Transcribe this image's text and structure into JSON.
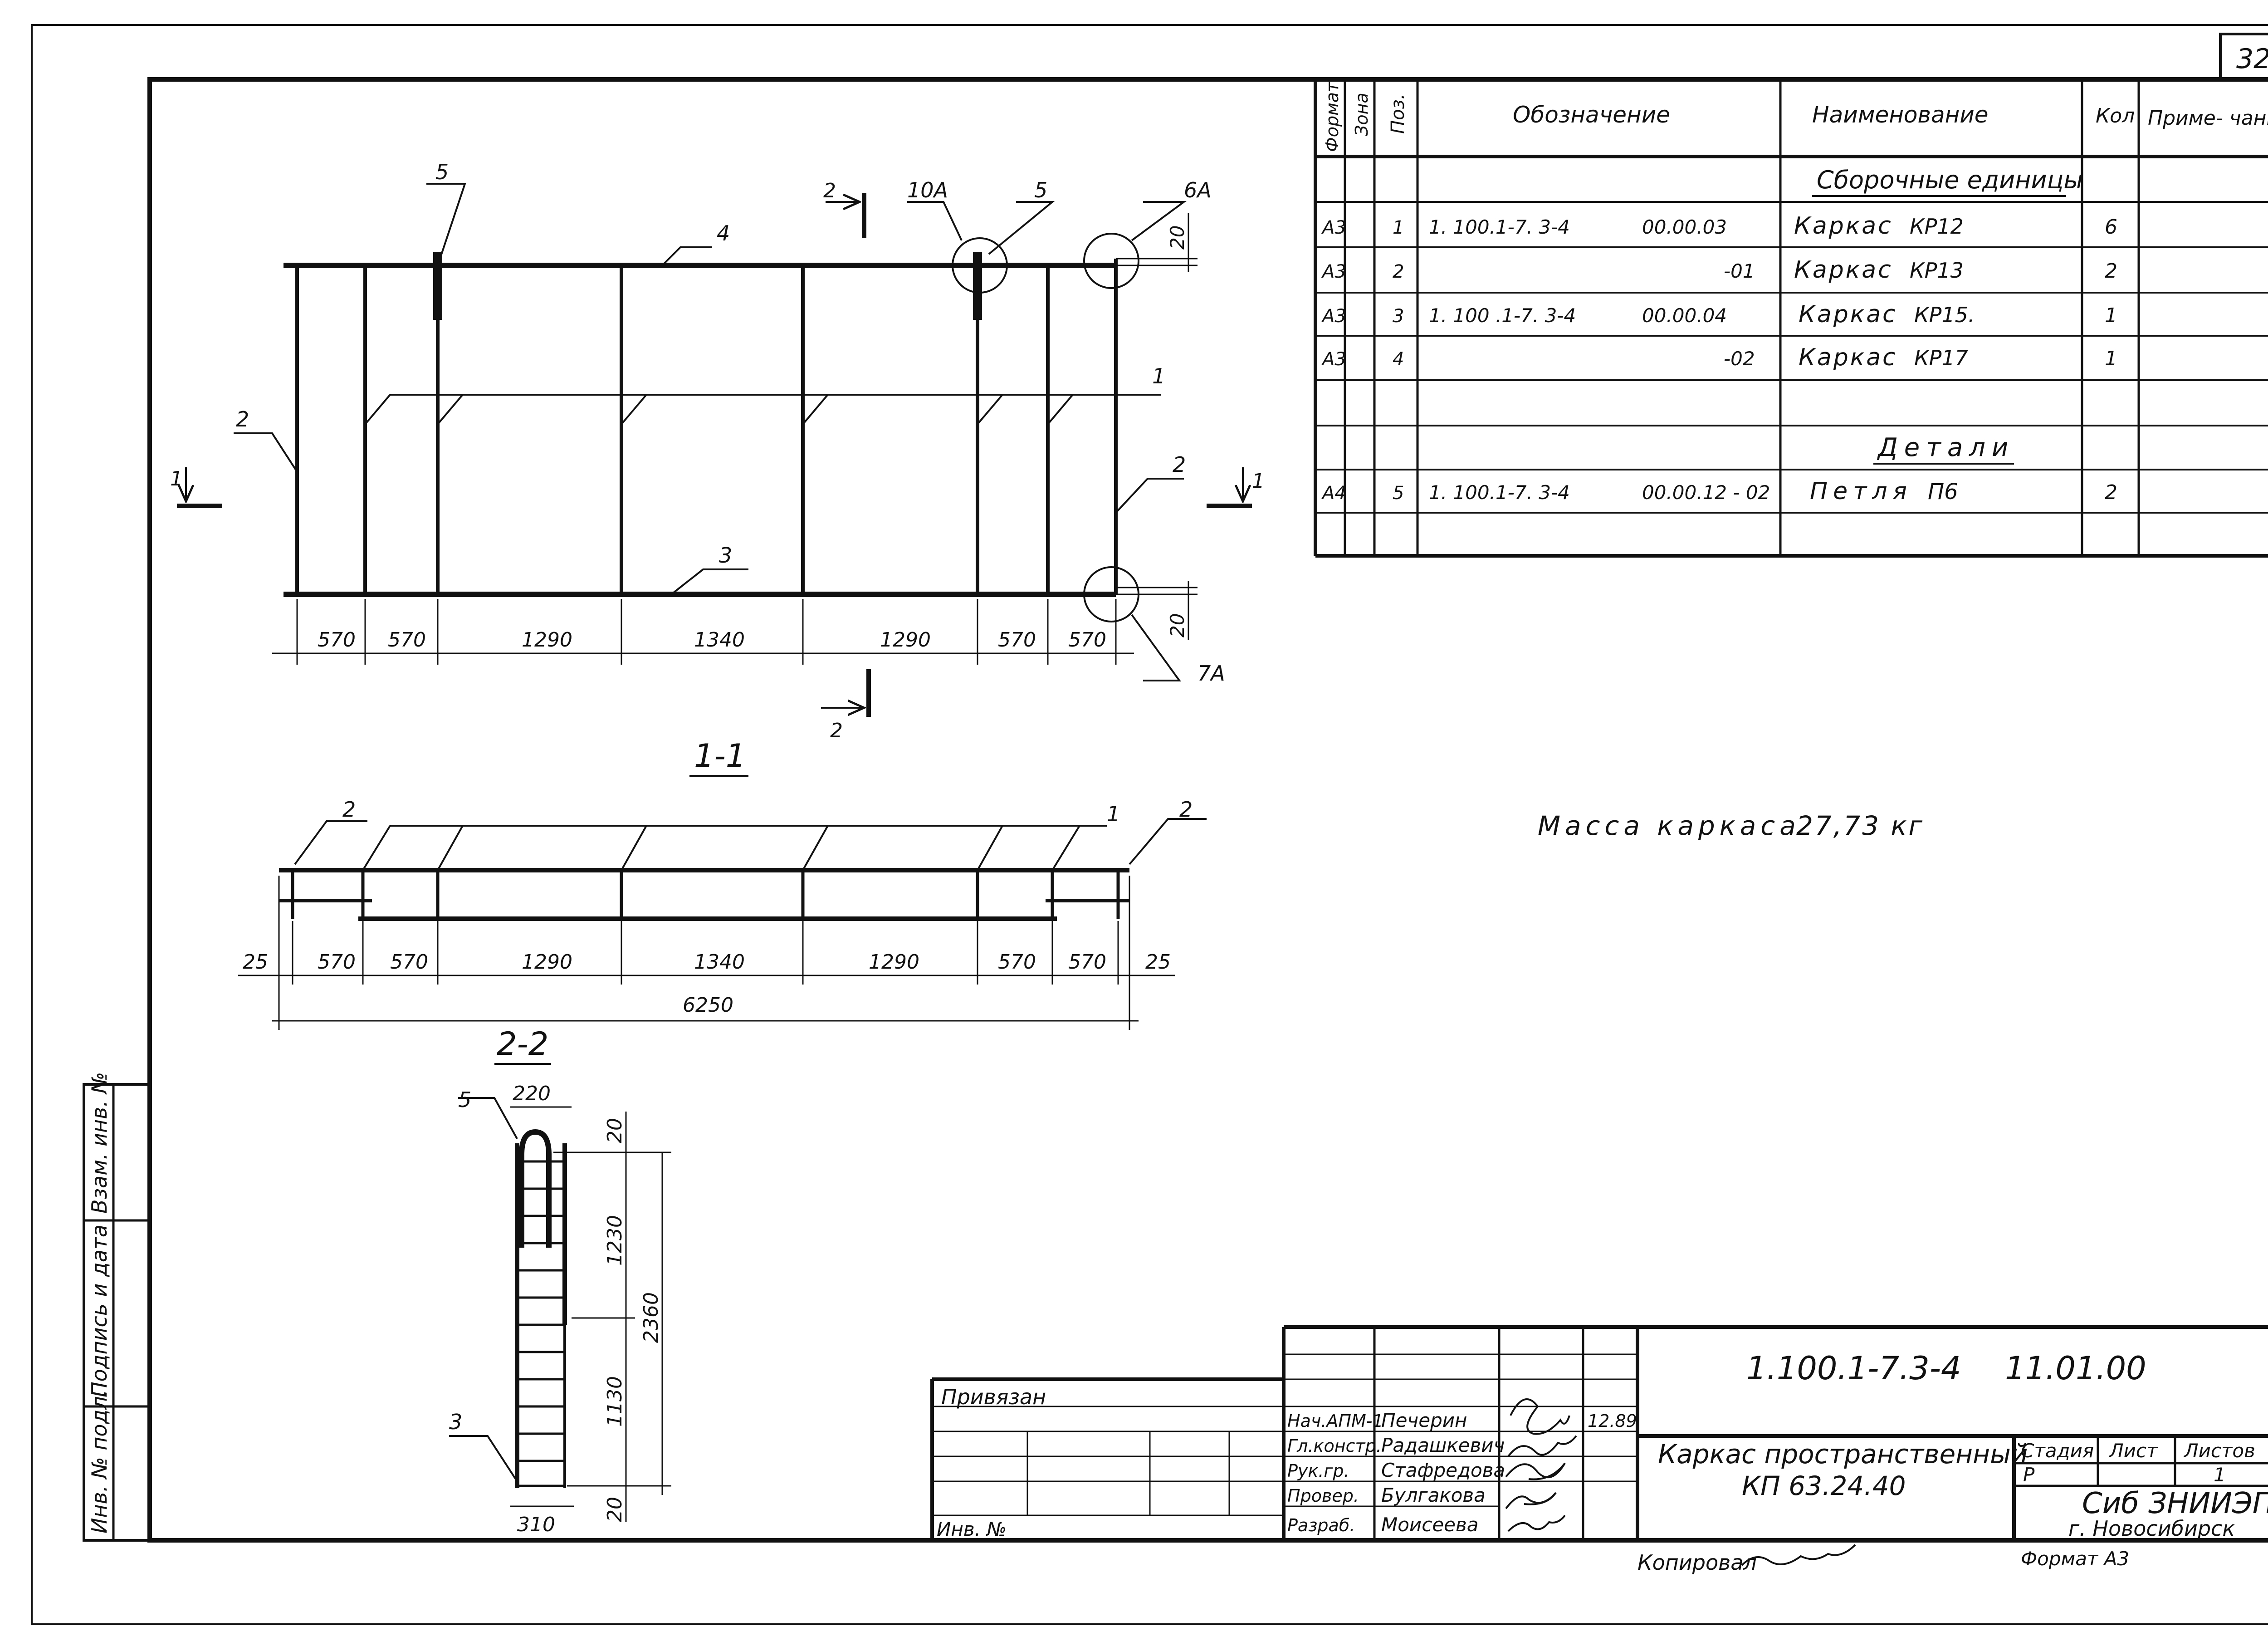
{
  "sheet_number": "32",
  "spec_table": {
    "headers": {
      "format": "Формат",
      "zone": "Зона",
      "pos": "Поз.",
      "designation": "Обозначение",
      "name": "Наименование",
      "qty": "Кол",
      "note": "Приме- чание"
    },
    "section_assemblies": "Сборочные единицы",
    "section_details": "Детали",
    "rows": [
      {
        "format": "А3",
        "pos": "1",
        "code": "1. 100.1-7. 3-4",
        "suffix": "00.00.03",
        "name": "Каркас",
        "mark": "КР12",
        "qty": "6"
      },
      {
        "format": "А3",
        "pos": "2",
        "code": "",
        "suffix": "-01",
        "name": "Каркас",
        "mark": "КР13",
        "qty": "2"
      },
      {
        "format": "А3",
        "pos": "3",
        "code": "1. 100 .1-7. 3-4",
        "suffix": "00.00.04",
        "name": "Каркас",
        "mark": "КР15.",
        "qty": "1"
      },
      {
        "format": "А3",
        "pos": "4",
        "code": "",
        "suffix": "-02",
        "name": "Каркас",
        "mark": "КР17",
        "qty": "1"
      },
      {
        "format": "А4",
        "pos": "5",
        "code": "1. 100.1-7. 3-4",
        "suffix": "00.00.12 - 02",
        "name": "Петля",
        "mark": "П6",
        "qty": "2"
      }
    ]
  },
  "mass_note": {
    "label": "Масса каркаса",
    "value": "27,73 кг"
  },
  "plan_view": {
    "callouts": [
      "5",
      "4",
      "2",
      "1",
      "2",
      "3",
      "10А",
      "5",
      "6А",
      "7А"
    ],
    "section_markers": {
      "s1_left": "1",
      "s1_right": "1",
      "s2_top": "2",
      "s2_bottom": "2"
    },
    "dims": [
      "570",
      "570",
      "1290",
      "1340",
      "1290",
      "570",
      "570"
    ],
    "dim_top": "20",
    "dim_bottom": "20"
  },
  "section_1_1": {
    "title": "1-1",
    "callouts": [
      "2",
      "1",
      "2"
    ],
    "dims": [
      "25",
      "570",
      "570",
      "1290",
      "1340",
      "1290",
      "570",
      "570",
      "25"
    ],
    "total": "6250"
  },
  "section_2_2": {
    "title": "2-2",
    "callouts": [
      "5",
      "3"
    ],
    "dim_top": "220",
    "dim_bottom": "310",
    "dims_right": [
      "20",
      "1230",
      "1130",
      "20"
    ],
    "total": "2360"
  },
  "left_stamp": [
    "Инв. № подл.",
    "Подпись и дата",
    "Взам. инв. №"
  ],
  "title_block": {
    "bound": "Привязан",
    "inv": "Инв. №",
    "doc_code": "1.100.1-7.3-4",
    "doc_suffix": "11.01.00",
    "roles": [
      {
        "role": "Нач.АПМ-1",
        "name": "Печерин"
      },
      {
        "role": "Гл.констр.",
        "name": "Радашкевич"
      },
      {
        "role": "Рук.гр.",
        "name": "Стафредова"
      },
      {
        "role": "Провер.",
        "name": "Булгакова"
      },
      {
        "role": "Разраб.",
        "name": "Моисеева"
      }
    ],
    "date": "12.89",
    "doc_title_1": "Каркас пространственный",
    "doc_title_2": "КП 63.24.40",
    "stage_label": "Стадия",
    "sheet_label": "Лист",
    "sheets_label": "Листов",
    "stage_value": "Р",
    "sheets_value": "1",
    "org": "Сиб ЗНИИЭП",
    "city": "г. Новосибирск",
    "copied_label": "Копировал",
    "format": "Формат А3"
  }
}
